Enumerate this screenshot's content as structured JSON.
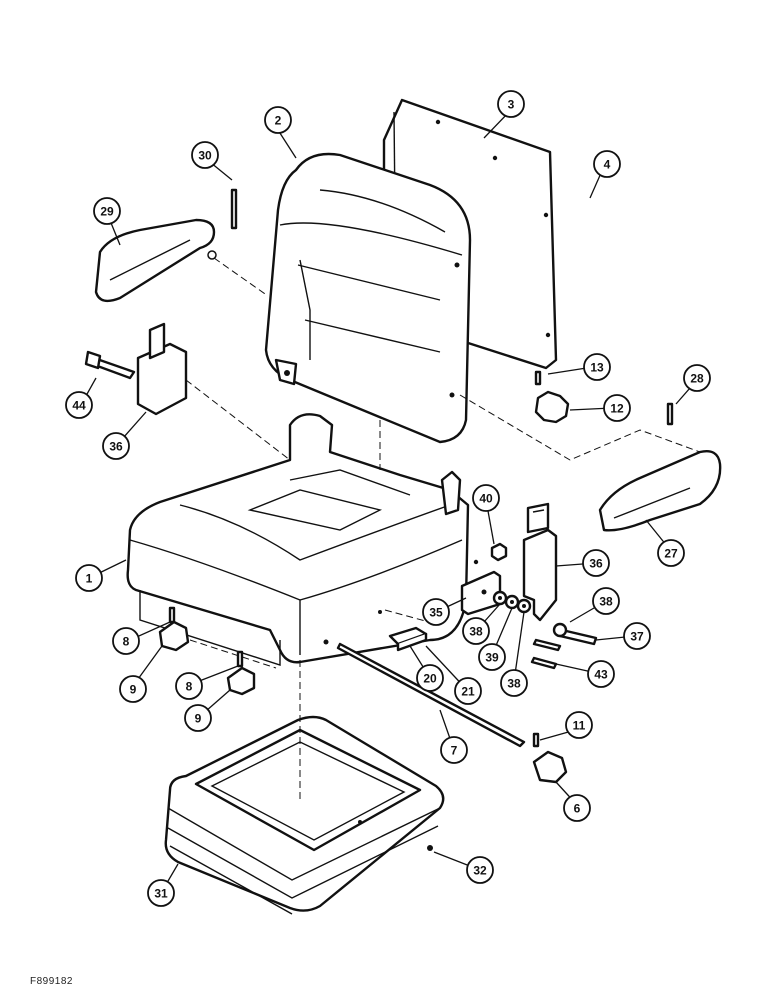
{
  "figure_id": "F899182",
  "callouts": [
    {
      "id": "c1",
      "label": "1"
    },
    {
      "id": "c2",
      "label": "2"
    },
    {
      "id": "c3",
      "label": "3"
    },
    {
      "id": "c4",
      "label": "4"
    },
    {
      "id": "c6",
      "label": "6"
    },
    {
      "id": "c7",
      "label": "7"
    },
    {
      "id": "c8a",
      "label": "8"
    },
    {
      "id": "c8b",
      "label": "8"
    },
    {
      "id": "c9a",
      "label": "9"
    },
    {
      "id": "c9b",
      "label": "9"
    },
    {
      "id": "c11",
      "label": "11"
    },
    {
      "id": "c12",
      "label": "12"
    },
    {
      "id": "c13",
      "label": "13"
    },
    {
      "id": "c20",
      "label": "20"
    },
    {
      "id": "c21",
      "label": "21"
    },
    {
      "id": "c27",
      "label": "27"
    },
    {
      "id": "c28",
      "label": "28"
    },
    {
      "id": "c29",
      "label": "29"
    },
    {
      "id": "c30",
      "label": "30"
    },
    {
      "id": "c31",
      "label": "31"
    },
    {
      "id": "c32",
      "label": "32"
    },
    {
      "id": "c35",
      "label": "35"
    },
    {
      "id": "c36a",
      "label": "36"
    },
    {
      "id": "c36b",
      "label": "36"
    },
    {
      "id": "c37",
      "label": "37"
    },
    {
      "id": "c38a",
      "label": "38"
    },
    {
      "id": "c38b",
      "label": "38"
    },
    {
      "id": "c38c",
      "label": "38"
    },
    {
      "id": "c39",
      "label": "39"
    },
    {
      "id": "c40",
      "label": "40"
    },
    {
      "id": "c43",
      "label": "43"
    },
    {
      "id": "c44",
      "label": "44"
    }
  ]
}
